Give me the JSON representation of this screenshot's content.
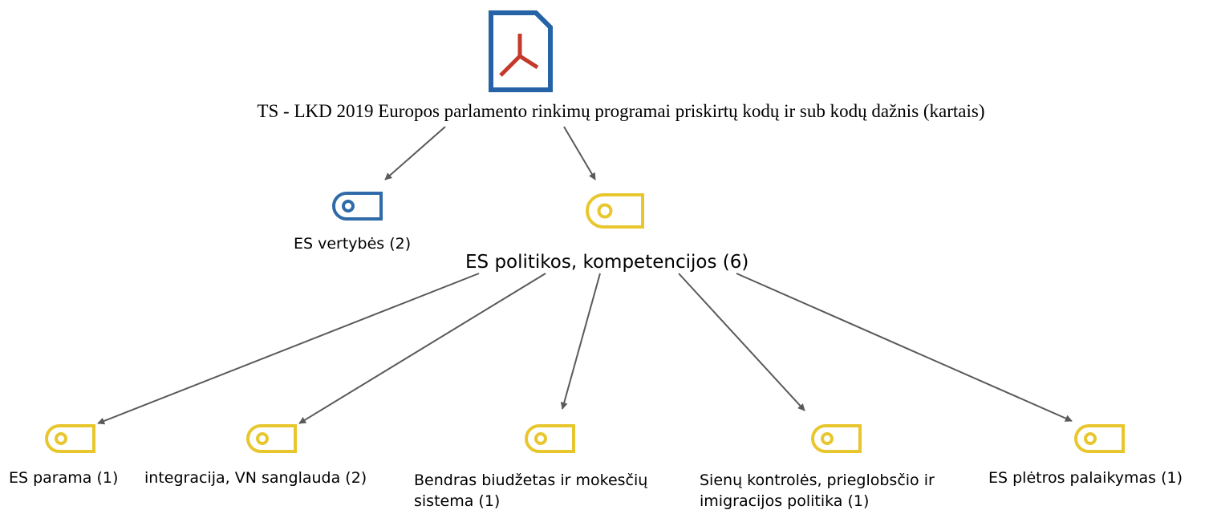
{
  "colors": {
    "document_blue": "#2563a6",
    "document_red": "#c43a2a",
    "code_blue": "#2e6ba8",
    "code_yellow": "#e8c72e",
    "edge": "#5a5a5a"
  },
  "root": {
    "icon": "pdf-document-icon",
    "label": "TS - LKD 2019 Europos parlamento rinkimų programai priskirtų kodų ir sub kodų dažnis (kartais)"
  },
  "level1": [
    {
      "icon": "code-tag-icon",
      "color": "#2e6ba8",
      "label": "ES vertybės (2)"
    },
    {
      "icon": "code-tag-icon",
      "color": "#e8c72e",
      "label": "ES politikos, kompetencijos (6)"
    }
  ],
  "level2": [
    {
      "icon": "code-tag-icon",
      "color": "#e8c72e",
      "label_lines": [
        "ES parama (1)"
      ]
    },
    {
      "icon": "code-tag-icon",
      "color": "#e8c72e",
      "label_lines": [
        "integracija, VN sanglauda (2)"
      ]
    },
    {
      "icon": "code-tag-icon",
      "color": "#e8c72e",
      "label_lines": [
        "Bendras biudžetas ir mokesčių",
        "sistema (1)"
      ]
    },
    {
      "icon": "code-tag-icon",
      "color": "#e8c72e",
      "label_lines": [
        "Sienų kontrolės, prieglobsčio ir",
        "imigracijos politika (1)"
      ]
    },
    {
      "icon": "code-tag-icon",
      "color": "#e8c72e",
      "label_lines": [
        "ES plėtros palaikymas (1)"
      ]
    }
  ]
}
